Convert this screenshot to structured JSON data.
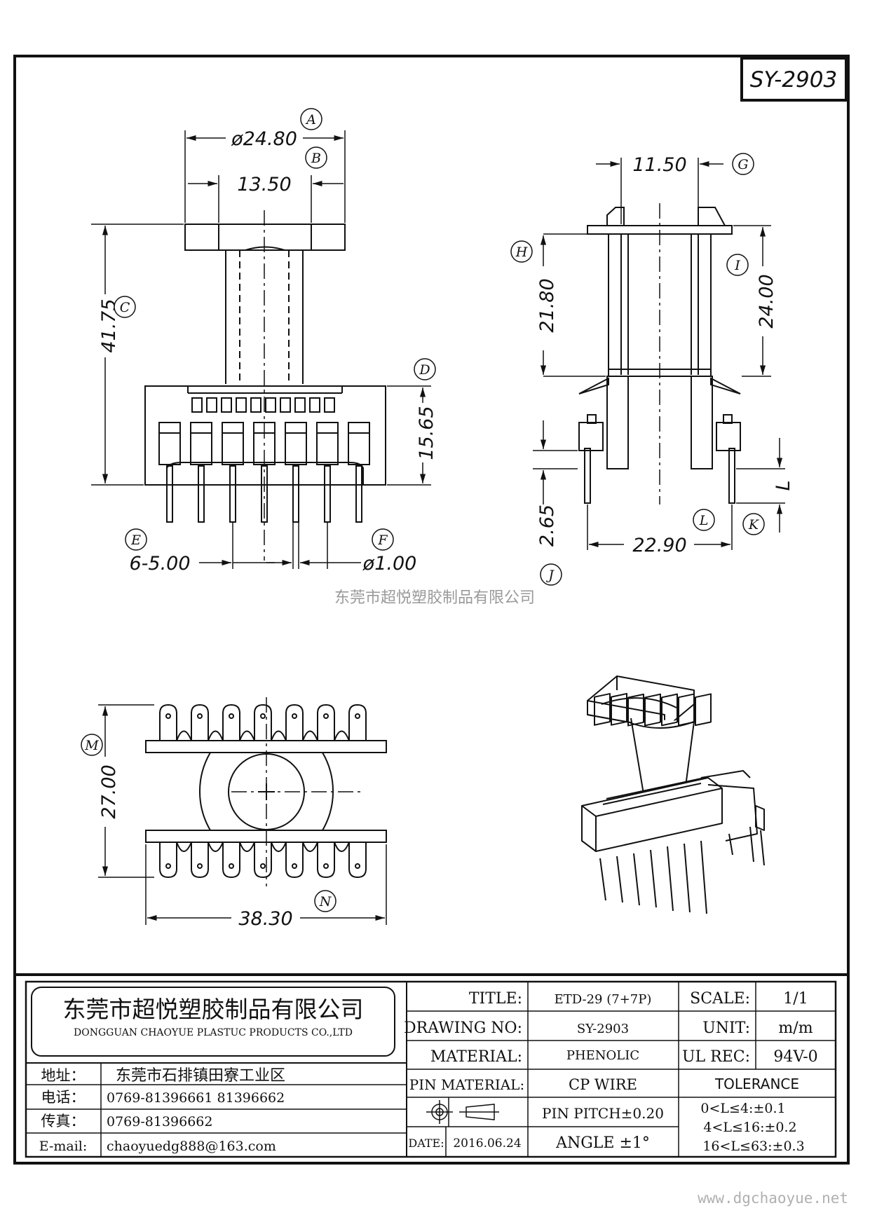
{
  "drawing_code": "SY-2903",
  "watermark_center": "东莞市超悦塑胶制品有限公司",
  "watermark_bottom": "www.dgchaoyue.net",
  "dims": {
    "A": "ø24.80",
    "B": "13.50",
    "C": "41.75",
    "D": "15.65",
    "E": "6-5.00",
    "F": "ø1.00",
    "G": "11.50",
    "H": "21.80",
    "I": "24.00",
    "J": "2.65",
    "K": "L",
    "L": "22.90",
    "M": "27.00",
    "N": "38.30"
  },
  "callouts": [
    "A",
    "B",
    "C",
    "D",
    "E",
    "F",
    "G",
    "H",
    "I",
    "J",
    "K",
    "L",
    "M",
    "N"
  ],
  "title_block": {
    "company_cn": "东莞市超悦塑胶制品有限公司",
    "company_en": "DONGGUAN CHAOYUE PLASTUC PRODUCTS CO.,LTD",
    "address_label": "地址：",
    "address": "东莞市石排镇田寮工业区",
    "tel_label": "电话：",
    "tel": "0769-81396661   81396662",
    "fax_label": "传真：",
    "fax": "0769-81396662",
    "email_label": "E-mail:",
    "email": "chaoyuedg888@163.com",
    "title_label": "TITLE:",
    "title": "ETD-29 (7+7P)",
    "drawing_no_label": "DRAWING NO:",
    "drawing_no": "SY-2903",
    "material_label": "MATERIAL:",
    "material": "PHENOLIC",
    "pin_material_label": "PIN MATERIAL:",
    "pin_material": "CP WIRE",
    "pin_pitch": "PIN PITCH±0.20",
    "angle": "ANGLE  ±1°",
    "date_label": "DATE:",
    "date": "2016.06.24",
    "scale_label": "SCALE:",
    "scale": "1/1",
    "unit_label": "UNIT:",
    "unit": "m/m",
    "ul_label": "UL REC:",
    "ul": "94V-0",
    "tolerance_label": "TOLERANCE",
    "tolerance": [
      "0<L≤4:±0.1",
      "4<L≤16:±0.2",
      "16<L≤63:±0.3"
    ]
  }
}
